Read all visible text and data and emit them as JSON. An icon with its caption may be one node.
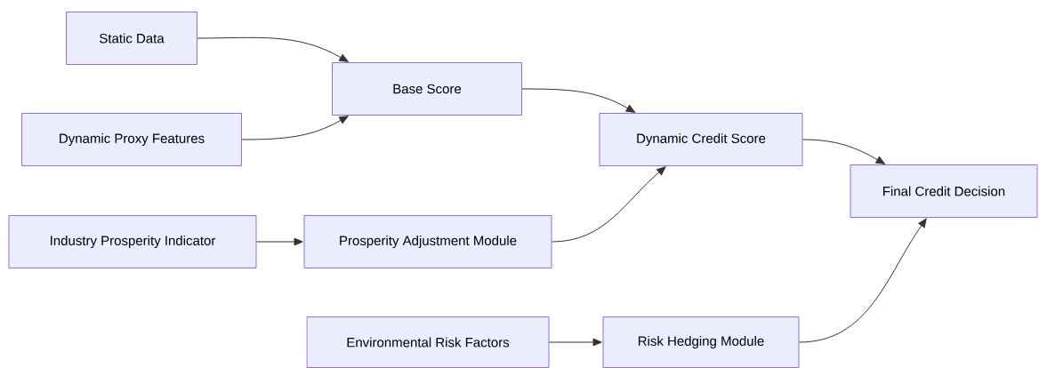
{
  "diagram": {
    "nodes": [
      {
        "text": [
          "Static Data"
        ]
      },
      {
        "text": [
          "Base Score"
        ]
      },
      {
        "text": [
          "Dynamic Proxy Features"
        ]
      },
      {
        "text": [
          "Dynamic Credit Score"
        ]
      },
      {
        "text": [
          "Final Credit Decision"
        ]
      },
      {
        "text": [
          "Industry Prosperity Indicator"
        ]
      },
      {
        "text": [
          "Prosperity Adjustment Module"
        ]
      },
      {
        "text": [
          "Environmental Risk Factors"
        ]
      },
      {
        "text": [
          "Risk Hedging Module"
        ]
      }
    ],
    "edges": [
      {
        "from": 0,
        "to": 1,
        "arrow": "to"
      },
      {
        "from": 2,
        "to": 1,
        "arrow": "to"
      },
      {
        "from": 1,
        "to": 3,
        "arrow": "to"
      },
      {
        "from": 5,
        "to": 6,
        "arrow": "to"
      },
      {
        "from": 6,
        "to": 3,
        "arrow": "to"
      },
      {
        "from": 3,
        "to": 4,
        "arrow": "to"
      },
      {
        "from": 7,
        "to": 8,
        "arrow": "to"
      },
      {
        "from": 8,
        "to": 4,
        "arrow": "to"
      }
    ]
  }
}
